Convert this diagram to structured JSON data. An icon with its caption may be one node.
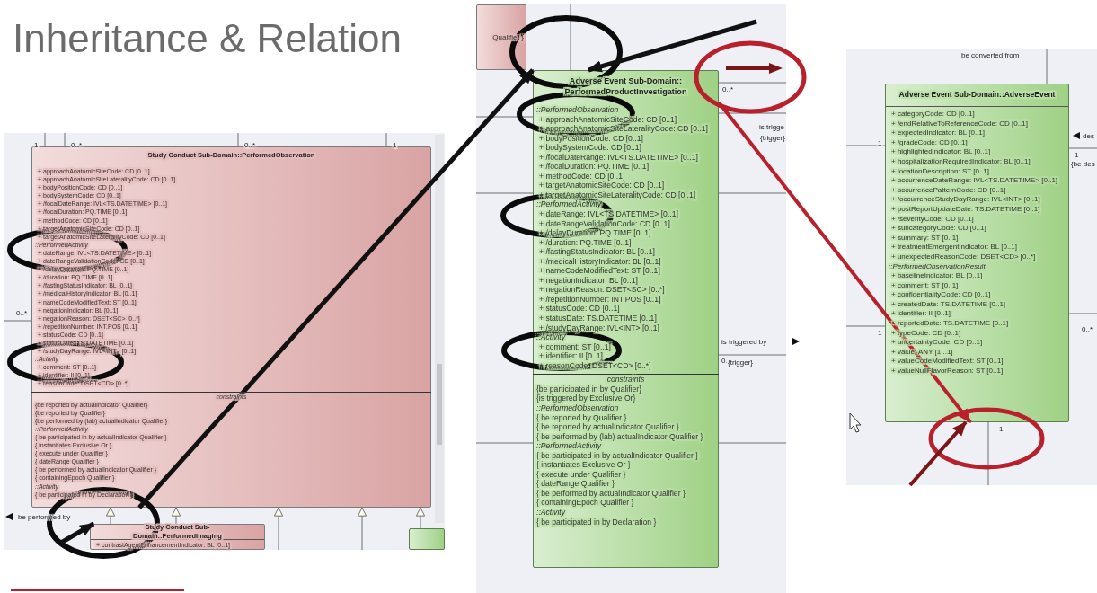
{
  "diagram": {
    "title": "Inheritance & Relation",
    "nodes": [
      {
        "text": [
          "Study Conduct Sub-Domain::PerformedObservation",
          "+ approachAnatomicSiteCode: CD [0..1]",
          "+ approachAnatomicSiteLateralityCode: CD [0..1]",
          "+ bodyPositionCode: CD [0..1]",
          "+ bodySystemCode: CD [0..1]",
          "+ /focalDateRange: IVL<TS.DATETIME> [0..1]",
          "+ /focalDuration: PQ.TIME [0..1]",
          "+ methodCode: CD [0..1]",
          "+ targetAnatomicSiteCode: CD [0..1]",
          "+ targetAnatomicSiteLateralityCode: CD [0..1]",
          "::PerformedActivity",
          "+ dateRange: IVL<TS.DATETIME> [0..1]",
          "+ dateRangeValidationCode: CD [0..1]",
          "+ /delayDuration: PQ.TIME [0..1]",
          "+ /duration: PQ.TIME [0..1]",
          "+ /fastingStatusIndicator: BL [0..1]",
          "+ /medicalHistoryIndicator: BL [0..1]",
          "+ nameCodeModifiedText: ST [0..1]",
          "+ negationIndicator: BL [0..1]",
          "+ negationReason: DSET<SC> [0..*]",
          "+ /repetitionNumber: INT.POS [0..1]",
          "+ statusCode: CD [0..1]",
          "+ statusDate: TS.DATETIME [0..1]",
          "+ /studyDayRange: IVL<INT> [0..1]",
          "::Activity",
          "+ comment: ST [0..1]",
          "+ identifier: II [0..1]",
          "+ reasonCode: DSET<CD> [0..*]",
          "constraints",
          "{be reported by actualIndicator Qualifier}",
          "{be reported by Qualifier}",
          "{be performed by (lab) actualIndicator Qualifier}",
          "::PerformedActivity",
          "{ be participated in by actualIndicator Qualifier }",
          "{ instantiates Exclusive Or }",
          "{ execute under Qualifier }",
          "{ dateRange Qualifier }",
          "{ be performed by actualIndicator Qualifier }",
          "{ containingEpoch Qualifier }",
          "::Activity",
          "{ be participated in by Declaration }"
        ]
      },
      {
        "text": [
          "Study Conduct Sub-Domain::PerformedImaging",
          "+ contrastAgentEnhancementIndicator: BL [0..1]"
        ]
      },
      {
        "text": [],
        "shape": "box"
      },
      {
        "text": [
          "Qualifier }"
        ]
      },
      {
        "text": [
          "Adverse Event Sub-Domain:: PerformedProductInvestigation",
          "::PerformedObservation",
          "+ approachAnatomicSiteCode: CD [0..1]",
          "+ approachAnatomicSiteLateralityCode: CD [0..1]",
          "+ bodyPositionCode: CD [0..1]",
          "+ bodySystemCode: CD [0..1]",
          "+ /focalDateRange: IVL<TS.DATETIME> [0..1]",
          "+ /focalDuration: PQ.TIME [0..1]",
          "+ methodCode: CD [0..1]",
          "+ targetAnatomicSiteCode: CD [0..1]",
          "+ targetAnatomicSiteLateralityCode: CD [0..1]",
          "::PerformedActivity",
          "+ dateRange: IVL<TS.DATETIME> [0..1]",
          "+ dateRangeValidationCode: CD [0..1]",
          "+ /delayDuration: PQ.TIME [0..1]",
          "+ /duration: PQ.TIME [0..1]",
          "+ /fastingStatusIndicator: BL [0..1]",
          "+ /medicalHistoryIndicator: BL [0..1]",
          "+ nameCodeModifiedText: ST [0..1]",
          "+ negationIndicator: BL [0..1]",
          "+ negationReason: DSET<SC> [0..*]",
          "+ /repetitionNumber: INT.POS [0..1]",
          "+ statusCode: CD [0..1]",
          "+ statusDate: TS.DATETIME [0..1]",
          "+ /studyDayRange: IVL<INT> [0..1]",
          "::Activity",
          "+ comment: ST [0..1]",
          "+ identifier: II [0..1]",
          "+ reasonCode: DSET<CD> [0..*]",
          "constraints",
          "{be participated in by Qualifier}",
          "{is triggered by Exclusive Or}",
          "::PerformedObservation",
          "{ be reported by Qualifier }",
          "{ be reported by actualIndicator Qualifier }",
          "{ be performed by (lab) actualIndicator Qualifier }",
          "::PerformedActivity",
          "{ be participated in by actualIndicator Qualifier }",
          "{ instantiates Exclusive Or }",
          "{ execute under Qualifier }",
          "{ dateRange Qualifier }",
          "{ be performed by actualIndicator Qualifier }",
          "{ containingEpoch Qualifier }",
          "::Activity",
          "{ be participated in by Declaration }"
        ]
      },
      {
        "text": [
          "Adverse Event Sub-Domain::AdverseEvent",
          "+ categoryCode: CD [0..1]",
          "+ /endRelativeToReferenceCode: CD [0..1]",
          "+ expectedIndicator: BL [0..1]",
          "+ /gradeCode: CD [0..1]",
          "+ highlightedIndicator: BL [0..1]",
          "+ hospitalizationRequiredIndicator: BL [0..1]",
          "+ locationDescription: ST [0..1]",
          "+ occurrenceDateRange: IVL<TS.DATETIME> [0..1]",
          "+ occurrencePatternCode: CD [0..1]",
          "+ /occurrenceStudyDayRange: IVL<INT> [0..1]",
          "+ postReportUpdateDate: TS.DATETIME [0..1]",
          "+ /severityCode: CD [0..1]",
          "+ subcategoryCode: CD [0..1]",
          "+ summary: ST [0..1]",
          "+ treatmentEmergentIndicator: BL [0..1]",
          "+ unexpectedReasonCode: DSET<CD> [0..*]",
          "::PerformedObservationResult",
          "+ baselineIndicator: BL [0..1]",
          "+ comment: ST [0..1]",
          "+ confidentialityCode: CD [0..1]",
          "+ createdDate: TS.DATETIME [0..1]",
          "+ identifier: II [0..1]",
          "+ reportedDate: TS.DATETIME [0..1]",
          "+ typeCode: CD [0..1]",
          "+ uncertaintyCode: CD [0..1]",
          "+ value: ANY [1...1]",
          "+ valueCodeModifiedText: ST [0..1]",
          "+ valueNullFlavorReason: ST [0..1]"
        ]
      }
    ],
    "edges": [
      {
        "from": 0,
        "to": 4,
        "arrow": "to",
        "style": "thick",
        "color": "#111111"
      },
      {
        "from": null,
        "to": 4,
        "arrow": "to",
        "style": "thick",
        "color": "#111111"
      },
      {
        "from": null,
        "to": 1,
        "arrow": "to",
        "style": "thick",
        "color": "#111111"
      },
      {
        "from": 4,
        "to": 5,
        "arrow": "to",
        "style": "thick",
        "color": "#b8202b"
      },
      {
        "from": null,
        "to": 5,
        "arrow": "to",
        "style": "thick",
        "color": "#7a1518"
      },
      {
        "from": 1,
        "to": 0,
        "arrow": "to"
      },
      {
        "from": 1,
        "to": 0,
        "arrow": "to"
      },
      {
        "from": null,
        "to": 0,
        "arrow": "to"
      },
      {
        "from": null,
        "to": 0,
        "arrow": "to"
      },
      {
        "from": 2,
        "to": 0,
        "arrow": "to"
      },
      {
        "from": null,
        "to": 0,
        "arrow": "none"
      },
      {
        "from": null,
        "to": 0,
        "arrow": "none"
      },
      {
        "from": null,
        "to": 0,
        "arrow": "none"
      },
      {
        "from": null,
        "to": 0,
        "arrow": "none"
      },
      {
        "from": null,
        "to": 0,
        "arrow": "none"
      },
      {
        "from": 4,
        "to": null,
        "arrow": "none"
      },
      {
        "from": 4,
        "to": null,
        "arrow": "none"
      },
      {
        "from": null,
        "to": 4,
        "arrow": "none"
      },
      {
        "from": 4,
        "to": null,
        "arrow": "none"
      },
      {
        "from": null,
        "to": 4,
        "arrow": "none"
      },
      {
        "from": 4,
        "to": null,
        "arrow": "none"
      },
      {
        "from": null,
        "to": 4,
        "arrow": "none"
      },
      {
        "from": 4,
        "to": null,
        "arrow": "none"
      },
      {
        "from": null,
        "to": 4,
        "arrow": "none"
      },
      {
        "from": null,
        "to": 5,
        "arrow": "none"
      },
      {
        "from": null,
        "to": 5,
        "arrow": "none"
      },
      {
        "from": 5,
        "to": null,
        "arrow": "none"
      },
      {
        "from": null,
        "to": 5,
        "arrow": "none"
      },
      {
        "from": 5,
        "to": null,
        "arrow": "none"
      },
      {
        "from": 5,
        "to": null,
        "arrow": "none"
      }
    ],
    "labels": [
      "1",
      "0..*",
      "0..*",
      "1",
      "0..*",
      "be performed by",
      "0..*",
      "is trigge",
      "{trigger}",
      "is triggered by",
      "0.",
      "{trigger}",
      "be converted from",
      "1",
      "des",
      "1",
      "{be des",
      "1",
      "0..*",
      "1"
    ]
  }
}
